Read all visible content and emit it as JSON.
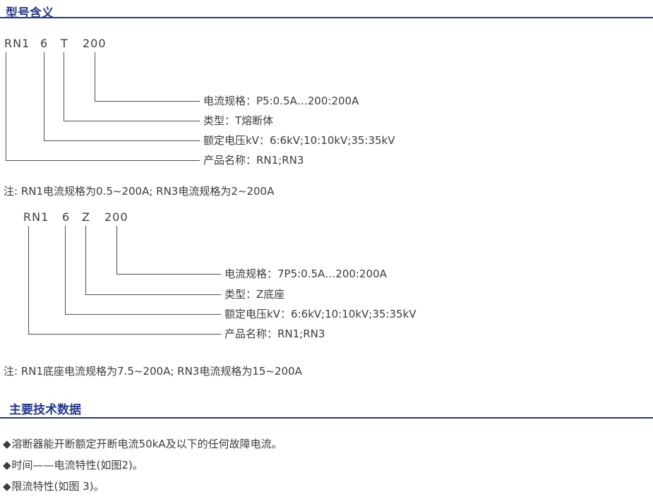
{
  "page": {
    "accent_color": "#24388c"
  },
  "section_model": {
    "title": "型号含义",
    "diagram1": {
      "code_parts": [
        "RN1",
        "6",
        "T",
        "200"
      ],
      "labels": [
        "电流规格：P5:0.5A…200:200A",
        "类型：T熔断体",
        "额定电压kV：6:6kV;10:10kV;35:35kV",
        "产品名称：RN1;RN3"
      ],
      "note": "注: RN1电流规格为0.5~200A; RN3电流规格为2~200A"
    },
    "diagram2": {
      "code_parts": [
        "RN1",
        "6",
        "Z",
        "200"
      ],
      "labels": [
        "电流规格：7P5:0.5A…200:200A",
        "类型：Z底座",
        "额定电压kV：6:6kV;10:10kV;35:35kV",
        "产品名称：RN1;RN3"
      ],
      "note": "注: RN1底座电流规格为7.5~200A; RN3电流规格为15~200A"
    }
  },
  "section_tech": {
    "title": "主要技术数据",
    "bullet_icon": "◆",
    "bullets": [
      "溶断器能开断额定开断电流50kA及以下的任何故障电流。",
      "时间——电流特性(如图2)。",
      "限流特性(如图 3)。"
    ]
  }
}
